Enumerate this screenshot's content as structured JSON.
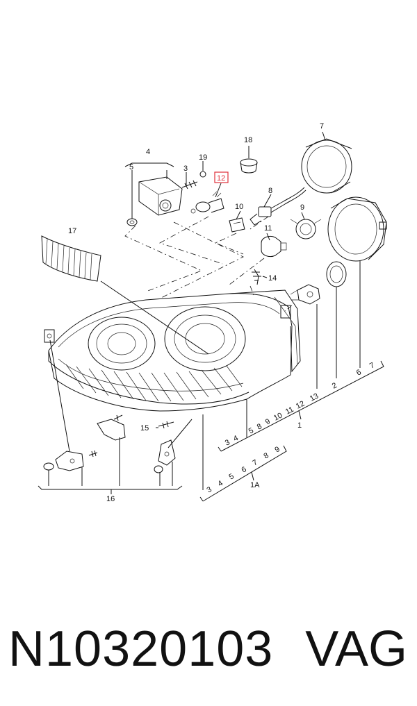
{
  "diagram": {
    "callouts": {
      "c1": "1",
      "c1a": "1A",
      "c2": "2",
      "c3": "3",
      "c4": "4",
      "c5": "5",
      "c6": "6",
      "c7": "7",
      "c8": "8",
      "c9": "9",
      "c10": "10",
      "c11": "11",
      "c12": "12",
      "c13": "13",
      "c14": "14",
      "c15": "15",
      "c16": "16",
      "c17": "17",
      "c18": "18",
      "c19": "19"
    },
    "scale_1": [
      "3",
      "4",
      "5",
      "8",
      "9",
      "10",
      "11",
      "12",
      "13",
      "6",
      "7",
      "2"
    ],
    "scale_1a": [
      "3",
      "4",
      "5",
      "6",
      "7",
      "8",
      "9"
    ],
    "highlight_color": "#e0303a"
  },
  "caption": {
    "part_number": "N10320103",
    "brand": "VAG"
  }
}
